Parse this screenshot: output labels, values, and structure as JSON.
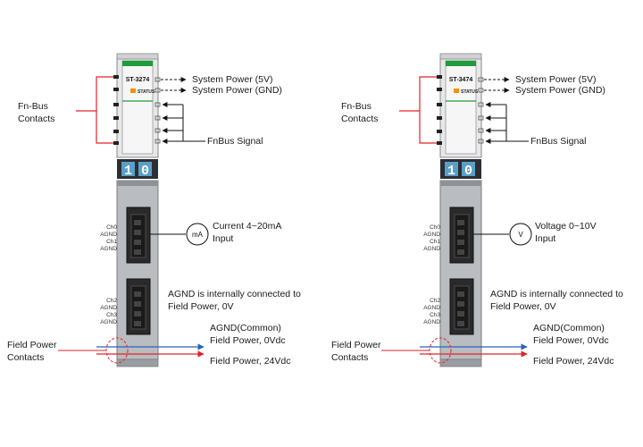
{
  "colors": {
    "accent_green": "#1f9d3a",
    "status_orange": "#f39200",
    "red_line": "#e2232a",
    "blue_line": "#2a64b8",
    "module_gray": "#b9bcc0",
    "digit_bg": "#5a9fc7"
  },
  "modules": [
    {
      "model": "ST-3274",
      "status_label": "STATUS",
      "digits": [
        "1",
        "0"
      ],
      "channel_labels_top": [
        "Ch0",
        "AGND",
        "Ch1",
        "AGND"
      ],
      "channel_labels_bottom": [
        "Ch2",
        "AGND",
        "Ch3",
        "AGND"
      ],
      "system_power_5v": "System Power (5V)",
      "system_power_gnd": "System Power (GND)",
      "fnbus_contacts": [
        "Fn-Bus",
        "Contacts"
      ],
      "fnbus_signal": "FnBus Signal",
      "input_symbol": "mA",
      "input_label": [
        "Current 4~20mA",
        "Input"
      ],
      "agnd_note": [
        "AGND is internally connected to",
        "Field Power, 0V"
      ],
      "agnd_common": [
        "AGND(Common)",
        "Field Power, 0Vdc"
      ],
      "field_power_24v": "Field Power, 24Vdc",
      "field_power_contacts": [
        "Field Power",
        "Contacts"
      ]
    },
    {
      "model": "ST-3474",
      "status_label": "STATUS",
      "digits": [
        "1",
        "0"
      ],
      "channel_labels_top": [
        "Ch0",
        "AGND",
        "Ch1",
        "AGND"
      ],
      "channel_labels_bottom": [
        "Ch2",
        "AGND",
        "Ch3",
        "AGND"
      ],
      "system_power_5v": "System Power (5V)",
      "system_power_gnd": "System Power (GND)",
      "fnbus_contacts": [
        "Fn-Bus",
        "Contacts"
      ],
      "fnbus_signal": "FnBus Signal",
      "input_symbol": "V",
      "input_label": [
        "Voltage 0~10V",
        "Input"
      ],
      "agnd_note": [
        "AGND is internally connected to",
        "Field Power, 0V"
      ],
      "agnd_common": [
        "AGND(Common)",
        "Field Power, 0Vdc"
      ],
      "field_power_24v": "Field Power, 24Vdc",
      "field_power_contacts": [
        "Field Power",
        "Contacts"
      ]
    }
  ]
}
